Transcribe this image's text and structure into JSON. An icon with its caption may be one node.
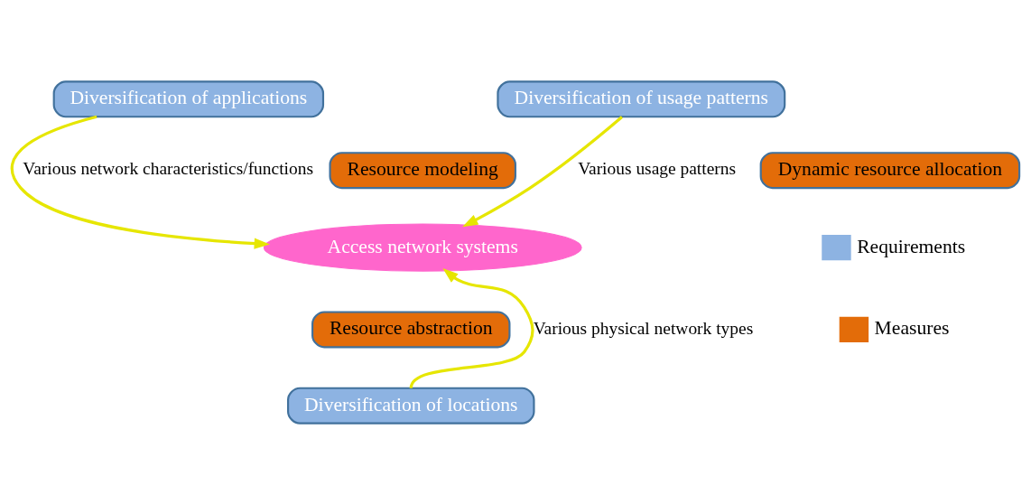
{
  "diagram": {
    "nodes": [
      {
        "text": [
          "Diversification of applications"
        ]
      },
      {
        "text": [
          "Diversification of usage patterns"
        ]
      },
      {
        "text": [
          "Access network systems"
        ]
      },
      {
        "text": [
          "Resource modeling"
        ]
      },
      {
        "text": [
          "Dynamic resource allocation"
        ]
      },
      {
        "text": [
          "Resource abstraction"
        ]
      },
      {
        "text": [
          "Diversification of locations"
        ]
      }
    ],
    "edges": [
      {
        "from": 0,
        "to": 2,
        "arrow": "to",
        "label": "Various network characteristics/functions"
      },
      {
        "from": 1,
        "to": 2,
        "arrow": "to",
        "label": "Various usage patterns"
      },
      {
        "from": 6,
        "to": 2,
        "arrow": "to",
        "label": "Various physical network types"
      }
    ],
    "legend": [
      {
        "text": "Requirements",
        "color": "#8db3e2"
      },
      {
        "text": "Measures",
        "color": "#e36c09"
      }
    ]
  }
}
